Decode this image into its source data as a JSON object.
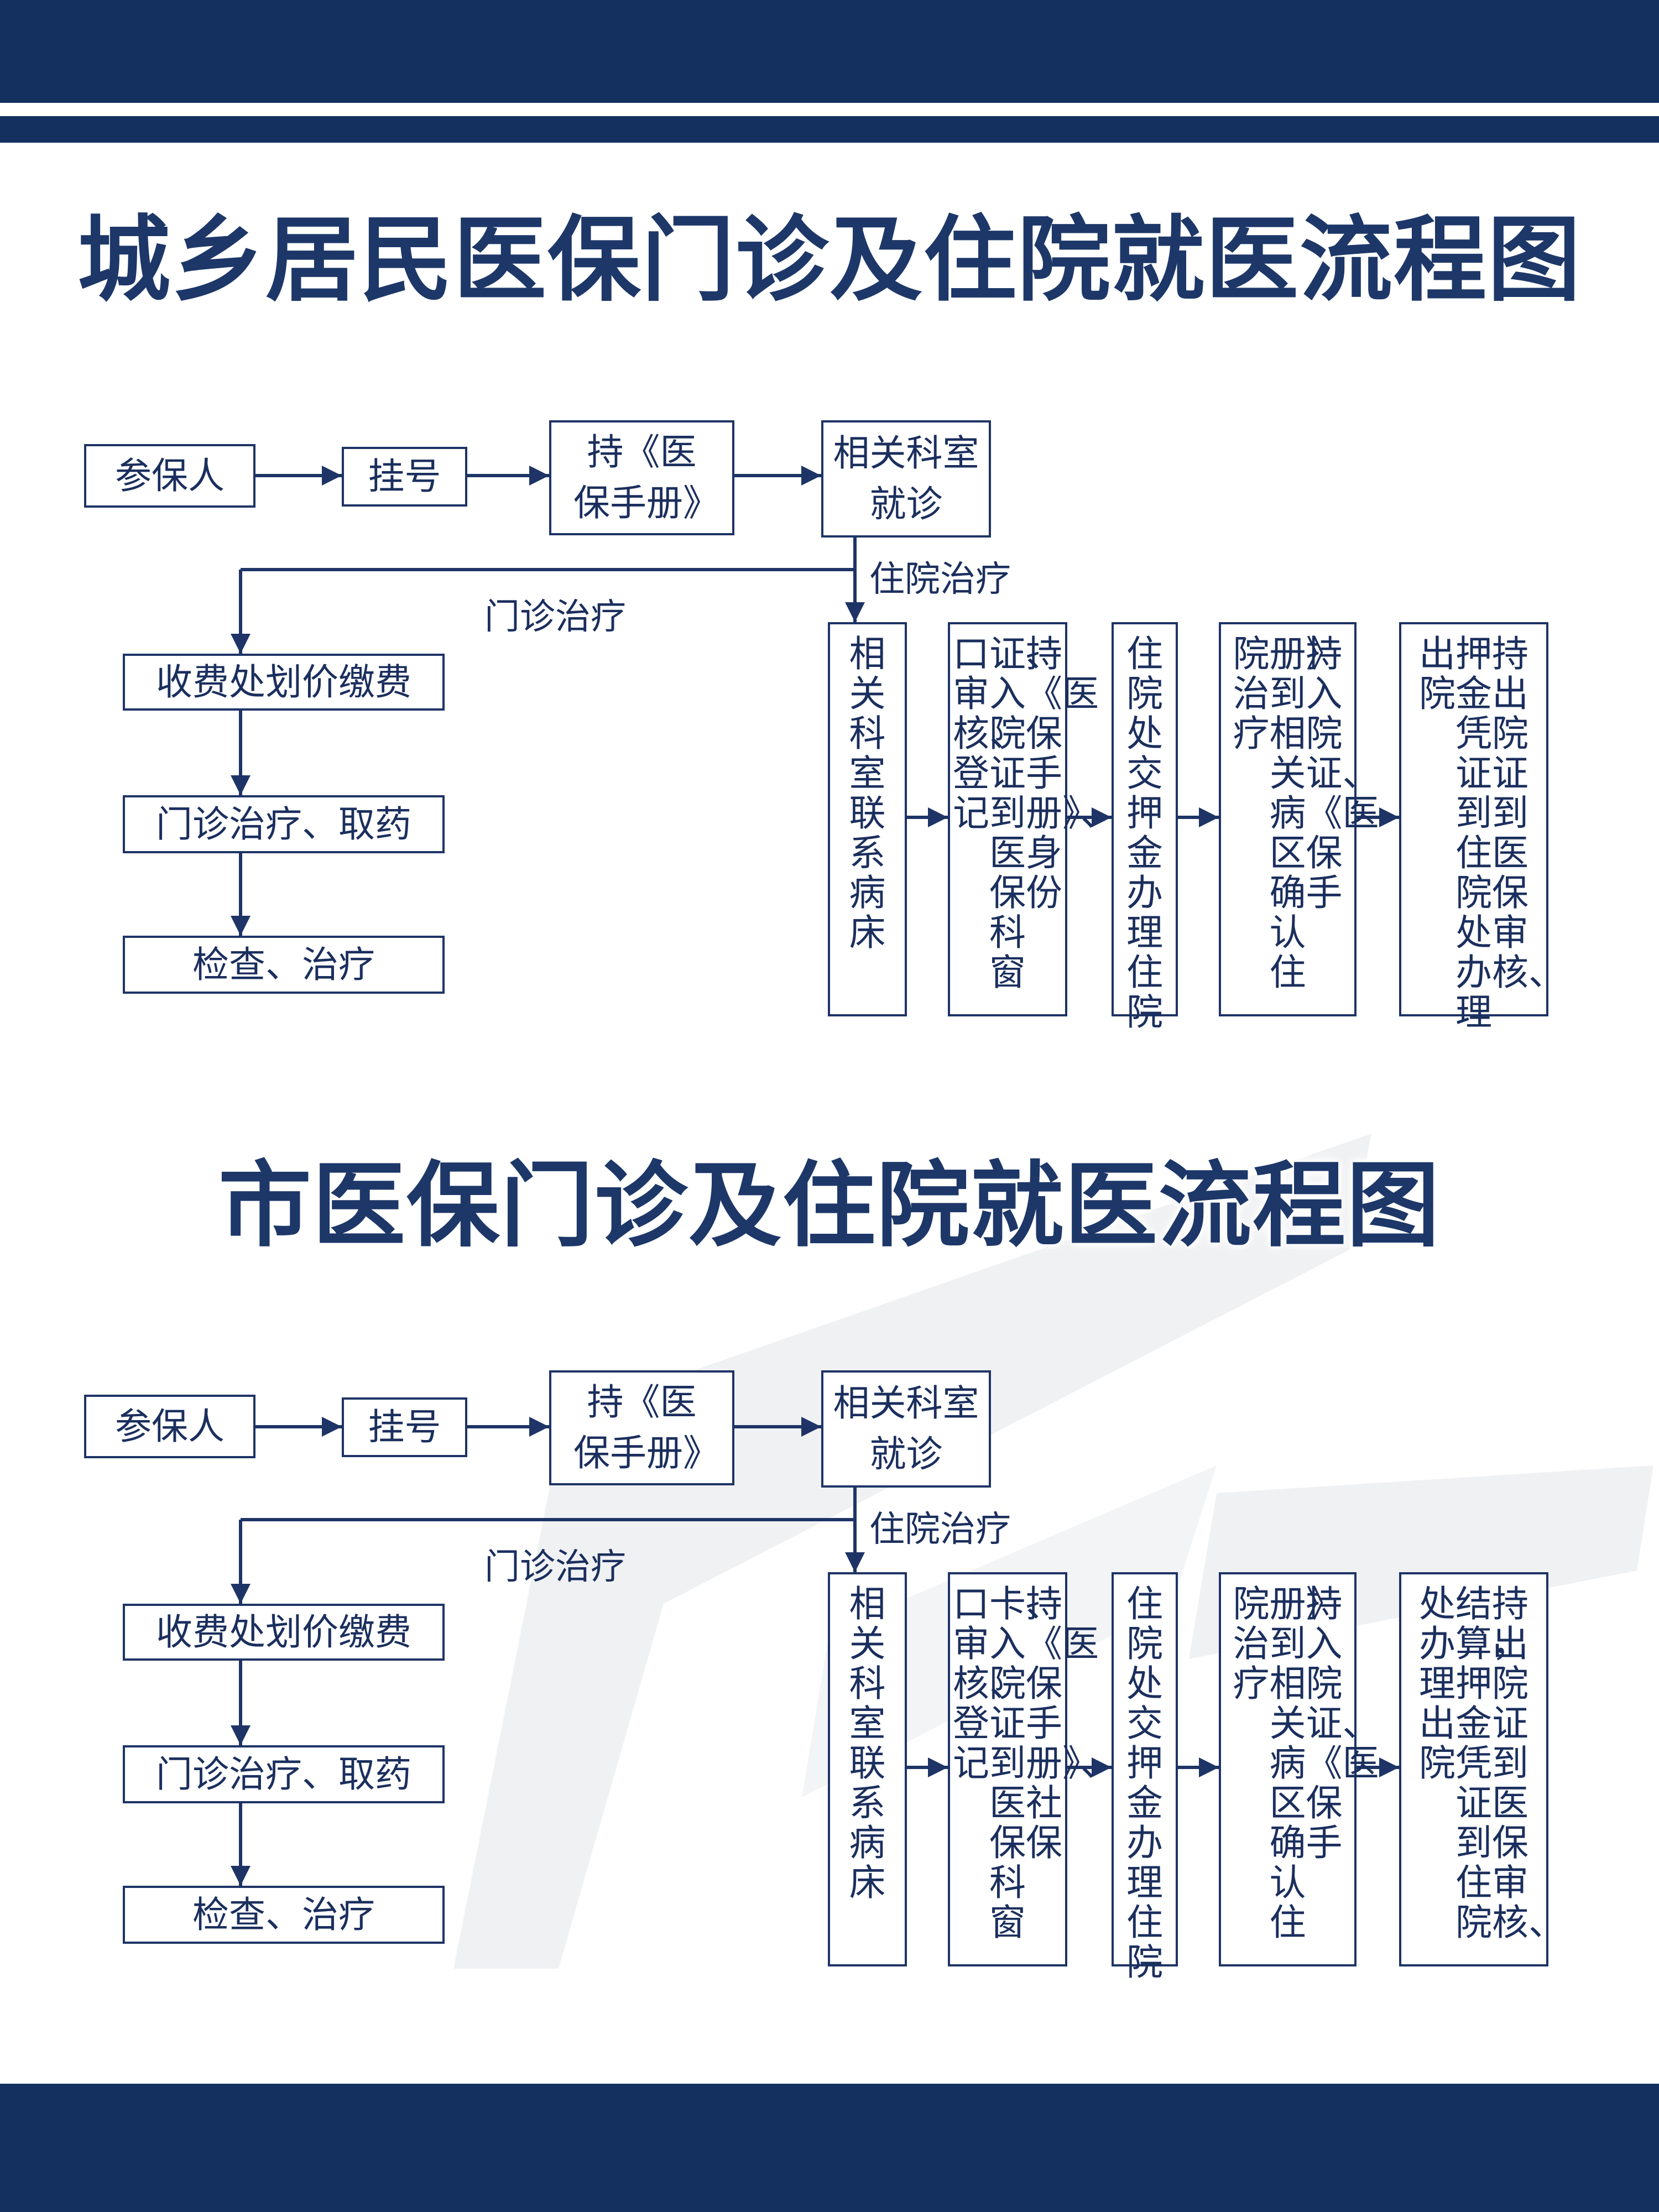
{
  "colors": {
    "navy": "#14305f",
    "box_border": "#1e3466",
    "text": "#1b2f5e",
    "watermark": "#f0f1f3"
  },
  "sections": [
    {
      "title": "城乡居民医保门诊及住院就医流程图",
      "top_row": [
        "参保人",
        "挂号",
        "持《医保手册》",
        "相关科室就诊"
      ],
      "branch_inpatient": "住院治疗",
      "branch_outpatient": "门诊治疗",
      "outpatient_steps": [
        "收费处划价缴费",
        "门诊治疗、取药",
        "检查、治疗"
      ],
      "inpatient_steps": [
        [
          "相关科室联系病床"
        ],
        [
          "持《医保手册》、身份",
          "证、入院证到医保科窗",
          "口审核、登记"
        ],
        [
          "住院处交押金办理住院"
        ],
        [
          "持入院证、《医保手",
          "册》到相关病区确认住",
          "院治疗"
        ],
        [
          "持出院证到医保审核、",
          "押金凭证到住院处办理",
          "出院"
        ]
      ]
    },
    {
      "title": "市医保门诊及住院就医流程图",
      "top_row": [
        "参保人",
        "挂号",
        "持《医保手册》",
        "相关科室就诊"
      ],
      "branch_inpatient": "住院治疗",
      "branch_outpatient": "门诊治疗",
      "outpatient_steps": [
        "收费处划价缴费",
        "门诊治疗、取药",
        "检查、治疗"
      ],
      "inpatient_steps": [
        [
          "相关科室联系病床"
        ],
        [
          "持《医保手册》、社保",
          "卡、入院证到医保科窗",
          "口审核、登记"
        ],
        [
          "住院处交押金办理住院"
        ],
        [
          "持入院证、《医保手",
          "册》到相关病区确认住",
          "院治疗"
        ],
        [
          "持出院证到医保审核、",
          "结算，押金凭证到住院",
          "处办理出院"
        ]
      ]
    }
  ]
}
